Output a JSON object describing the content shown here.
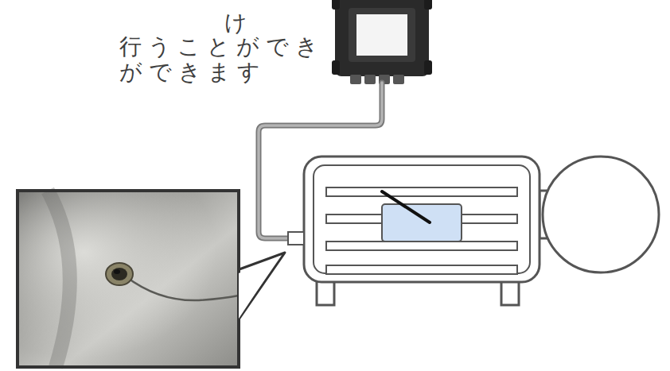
{
  "diagram": {
    "labels": [
      "け",
      "行うことができ",
      "ができます"
    ]
  }
}
